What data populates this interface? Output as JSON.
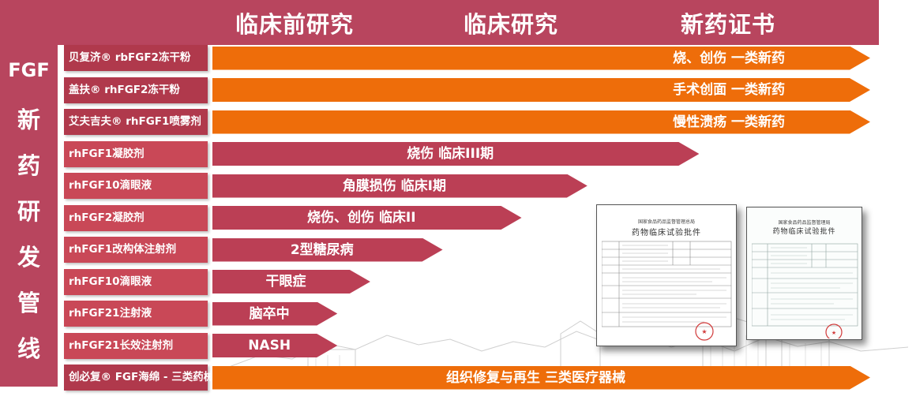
{
  "phases": [
    "临床前研究",
    "临床研究",
    "新药证书"
  ],
  "sidebar": {
    "latin": "FGF",
    "chars": [
      "新",
      "药",
      "研",
      "发",
      "管",
      "线"
    ]
  },
  "rows": [
    {
      "label": "贝复济® rbFGF2冻干粉",
      "status": "烧、创伤  一类新药",
      "color": "orange",
      "progress": 1.0
    },
    {
      "label": "盖扶® rhFGF2冻干粉",
      "status": "手术创面  一类新药",
      "color": "orange",
      "progress": 1.0
    },
    {
      "label": "艾夫吉夫® rhFGF1喷雾剂",
      "status": "慢性溃疡  一类新药",
      "color": "orange",
      "progress": 1.0
    },
    {
      "label": "rhFGF1凝胶剂",
      "status": "烧伤  临床III期",
      "color": "red",
      "progress": 0.74
    },
    {
      "label": "rhFGF10滴眼液",
      "status": "角膜损伤 临床I期",
      "color": "red",
      "progress": 0.57
    },
    {
      "label": "rhFGF2凝胶剂",
      "status": "烧伤、创伤  临床II",
      "color": "red",
      "progress": 0.47
    },
    {
      "label": "rhFGF1改构体注射剂",
      "status": "2型糖尿病",
      "color": "red",
      "progress": 0.35
    },
    {
      "label": "rhFGF10滴眼液",
      "status": "干眼症",
      "color": "red",
      "progress": 0.24
    },
    {
      "label": "rhFGF21注射液",
      "status": "脑卒中",
      "color": "red",
      "progress": 0.19
    },
    {
      "label": "rhFGF21长效注射剂",
      "status": "NASH",
      "color": "red",
      "progress": 0.19
    },
    {
      "label": "创必复® FGF海绵 - 三类药械",
      "status": "组织修复与再生  三类医疗器械",
      "color": "orange",
      "progress": 1.0
    }
  ],
  "certificates": [
    {
      "header": "国家食品药品监督管理总局",
      "title": "药物临床试验批件"
    },
    {
      "header": "国家食品药品监督管理局",
      "title": "药物临床试验批件"
    }
  ],
  "colors": {
    "header": "#b8455e",
    "orange": "#ee6d0a",
    "red_arrow": "#bb3f55",
    "label_red": "#c94857",
    "label_dark": "#b0394c"
  }
}
